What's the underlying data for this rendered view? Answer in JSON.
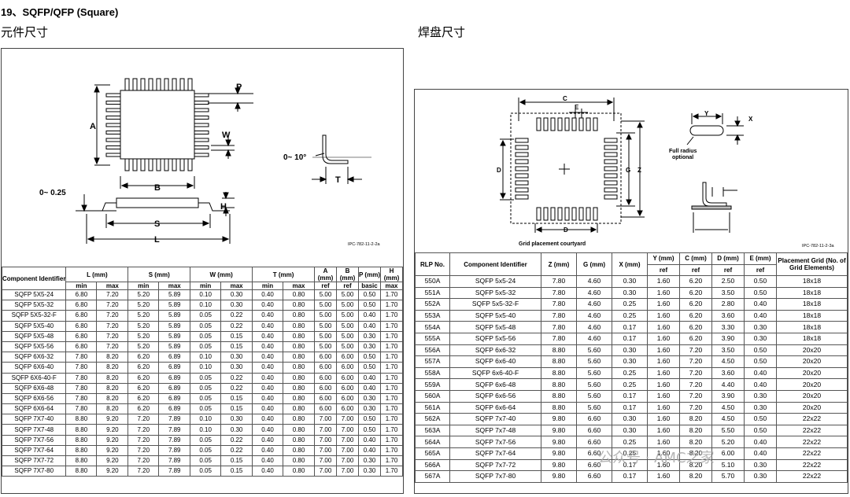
{
  "title": "19、SQFP/QFP (Square)",
  "sub_left": "元件尺寸",
  "sub_right": "焊盘尺寸",
  "left_drawing": {
    "ref": "IPC-782-11-2-2a",
    "labels": {
      "A": "A",
      "B": "B",
      "P": "P",
      "W": "W",
      "S": "S",
      "L": "L",
      "T": "T",
      "H": "H",
      "lead_angle": "0~ 10°",
      "standoff": "0~ 0.25"
    }
  },
  "right_drawing": {
    "ref": "IPC-782-11-2-3a",
    "labels": {
      "C": "C",
      "E": "E",
      "D": "D",
      "G": "G",
      "Z": "Z",
      "Y": "Y",
      "X": "X",
      "full_radius": "Full radius",
      "optional": "optional",
      "courtyard": "Grid placement courtyard"
    }
  },
  "left_table": {
    "head1": {
      "comp": "Component Identifier",
      "L": "L (mm)",
      "S": "S (mm)",
      "W": "W (mm)",
      "T": "T (mm)",
      "A": "A (mm)",
      "B": "B (mm)",
      "P": "P (mm)",
      "H": "H (mm)"
    },
    "head2": [
      "min",
      "max",
      "min",
      "max",
      "min",
      "max",
      "min",
      "max",
      "ref",
      "ref",
      "basic",
      "max"
    ],
    "rows": [
      [
        "SQFP 5X5-24",
        "6.80",
        "7.20",
        "5.20",
        "5.89",
        "0.10",
        "0.30",
        "0.40",
        "0.80",
        "5.00",
        "5.00",
        "0.50",
        "1.70"
      ],
      [
        "SQFP 5X5-32",
        "6.80",
        "7.20",
        "5.20",
        "5.89",
        "0.10",
        "0.30",
        "0.40",
        "0.80",
        "5.00",
        "5.00",
        "0.50",
        "1.70"
      ],
      [
        "SQFP 5X5-32-F",
        "6.80",
        "7.20",
        "5.20",
        "5.89",
        "0.05",
        "0.22",
        "0.40",
        "0.80",
        "5.00",
        "5.00",
        "0.40",
        "1.70"
      ],
      [
        "SQFP 5X5-40",
        "6.80",
        "7.20",
        "5.20",
        "5.89",
        "0.05",
        "0.22",
        "0.40",
        "0.80",
        "5.00",
        "5.00",
        "0.40",
        "1.70"
      ],
      [
        "SQFP 5X5-48",
        "6.80",
        "7.20",
        "5.20",
        "5.89",
        "0.05",
        "0.15",
        "0.40",
        "0.80",
        "5.00",
        "5.00",
        "0.30",
        "1.70"
      ],
      [
        "SQFP 5X5-56",
        "6.80",
        "7.20",
        "5.20",
        "5.89",
        "0.05",
        "0.15",
        "0.40",
        "0.80",
        "5.00",
        "5.00",
        "0.30",
        "1.70"
      ],
      [
        "SQFP 6X6-32",
        "7.80",
        "8.20",
        "6.20",
        "6.89",
        "0.10",
        "0.30",
        "0.40",
        "0.80",
        "6.00",
        "6.00",
        "0.50",
        "1.70"
      ],
      [
        "SQFP 6X6-40",
        "7.80",
        "8.20",
        "6.20",
        "6.89",
        "0.10",
        "0.30",
        "0.40",
        "0.80",
        "6.00",
        "6.00",
        "0.50",
        "1.70"
      ],
      [
        "SQFP 6X6-40-F",
        "7.80",
        "8.20",
        "6.20",
        "6.89",
        "0.05",
        "0.22",
        "0.40",
        "0.80",
        "6.00",
        "6.00",
        "0.40",
        "1.70"
      ],
      [
        "SQFP 6X6-48",
        "7.80",
        "8.20",
        "6.20",
        "6.89",
        "0.05",
        "0.22",
        "0.40",
        "0.80",
        "6.00",
        "6.00",
        "0.40",
        "1.70"
      ],
      [
        "SQFP 6X6-56",
        "7.80",
        "8.20",
        "6.20",
        "6.89",
        "0.05",
        "0.15",
        "0.40",
        "0.80",
        "6.00",
        "6.00",
        "0.30",
        "1.70"
      ],
      [
        "SQFP 6X6-64",
        "7.80",
        "8.20",
        "6.20",
        "6.89",
        "0.05",
        "0.15",
        "0.40",
        "0.80",
        "6.00",
        "6.00",
        "0.30",
        "1.70"
      ],
      [
        "SQFP 7X7-40",
        "8.80",
        "9.20",
        "7.20",
        "7.89",
        "0.10",
        "0.30",
        "0.40",
        "0.80",
        "7.00",
        "7.00",
        "0.50",
        "1.70"
      ],
      [
        "SQFP 7X7-48",
        "8.80",
        "9.20",
        "7.20",
        "7.89",
        "0.10",
        "0.30",
        "0.40",
        "0.80",
        "7.00",
        "7.00",
        "0.50",
        "1.70"
      ],
      [
        "SQFP 7X7-56",
        "8.80",
        "9.20",
        "7.20",
        "7.89",
        "0.05",
        "0.22",
        "0.40",
        "0.80",
        "7.00",
        "7.00",
        "0.40",
        "1.70"
      ],
      [
        "SQFP 7X7-64",
        "8.80",
        "9.20",
        "7.20",
        "7.89",
        "0.05",
        "0.22",
        "0.40",
        "0.80",
        "7.00",
        "7.00",
        "0.40",
        "1.70"
      ],
      [
        "SQFP 7X7-72",
        "8.80",
        "9.20",
        "7.20",
        "7.89",
        "0.05",
        "0.15",
        "0.40",
        "0.80",
        "7.00",
        "7.00",
        "0.30",
        "1.70"
      ],
      [
        "SQFP 7X7-80",
        "8.80",
        "9.20",
        "7.20",
        "7.89",
        "0.05",
        "0.15",
        "0.40",
        "0.80",
        "7.00",
        "7.00",
        "0.30",
        "1.70"
      ]
    ]
  },
  "right_table": {
    "head1": {
      "rlp": "RLP No.",
      "comp": "Component Identifier",
      "Z": "Z (mm)",
      "G": "G (mm)",
      "X": "X (mm)",
      "Y": "Y (mm)",
      "C": "C (mm)",
      "D": "D (mm)",
      "E": "E (mm)",
      "grid": "Placement Grid (No. of Grid Elements)"
    },
    "head2": [
      "ref",
      "ref",
      "ref",
      "ref"
    ],
    "rows": [
      [
        "550A",
        "SQFP 5x5-24",
        "7.80",
        "4.60",
        "0.30",
        "1.60",
        "6.20",
        "2.50",
        "0.50",
        "18x18"
      ],
      [
        "551A",
        "SQFP 5x5-32",
        "7.80",
        "4.60",
        "0.30",
        "1.60",
        "6.20",
        "3.50",
        "0.50",
        "18x18"
      ],
      [
        "552A",
        "SQFP 5x5-32-F",
        "7.80",
        "4.60",
        "0.25",
        "1.60",
        "6.20",
        "2.80",
        "0.40",
        "18x18"
      ],
      [
        "553A",
        "SQFP 5x5-40",
        "7.80",
        "4.60",
        "0.25",
        "1.60",
        "6.20",
        "3.60",
        "0.40",
        "18x18"
      ],
      [
        "554A",
        "SQFP 5x5-48",
        "7.80",
        "4.60",
        "0.17",
        "1.60",
        "6.20",
        "3.30",
        "0.30",
        "18x18"
      ],
      [
        "555A",
        "SQFP 5x5-56",
        "7.80",
        "4.60",
        "0.17",
        "1.60",
        "6.20",
        "3.90",
        "0.30",
        "18x18"
      ],
      [
        "556A",
        "SQFP 6x6-32",
        "8.80",
        "5.60",
        "0.30",
        "1.60",
        "7.20",
        "3.50",
        "0.50",
        "20x20"
      ],
      [
        "557A",
        "SQFP 6x6-40",
        "8.80",
        "5.60",
        "0.30",
        "1.60",
        "7.20",
        "4.50",
        "0.50",
        "20x20"
      ],
      [
        "558A",
        "SQFP 6x6-40-F",
        "8.80",
        "5.60",
        "0.25",
        "1.60",
        "7.20",
        "3.60",
        "0.40",
        "20x20"
      ],
      [
        "559A",
        "SQFP 6x6-48",
        "8.80",
        "5.60",
        "0.25",
        "1.60",
        "7.20",
        "4.40",
        "0.40",
        "20x20"
      ],
      [
        "560A",
        "SQFP 6x6-56",
        "8.80",
        "5.60",
        "0.17",
        "1.60",
        "7.20",
        "3.90",
        "0.30",
        "20x20"
      ],
      [
        "561A",
        "SQFP 6x6-64",
        "8.80",
        "5.60",
        "0.17",
        "1.60",
        "7.20",
        "4.50",
        "0.30",
        "20x20"
      ],
      [
        "562A",
        "SQFP 7x7-40",
        "9.80",
        "6.60",
        "0.30",
        "1.60",
        "8.20",
        "4.50",
        "0.50",
        "22x22"
      ],
      [
        "563A",
        "SQFP 7x7-48",
        "9.80",
        "6.60",
        "0.30",
        "1.60",
        "8.20",
        "5.50",
        "0.50",
        "22x22"
      ],
      [
        "564A",
        "SQFP 7x7-56",
        "9.80",
        "6.60",
        "0.25",
        "1.60",
        "8.20",
        "5.20",
        "0.40",
        "22x22"
      ],
      [
        "565A",
        "SQFP 7x7-64",
        "9.80",
        "6.60",
        "0.25",
        "1.60",
        "8.20",
        "6.00",
        "0.40",
        "22x22"
      ],
      [
        "566A",
        "SQFP 7x7-72",
        "9.80",
        "6.60",
        "0.17",
        "1.60",
        "8.20",
        "5.10",
        "0.30",
        "22x22"
      ],
      [
        "567A",
        "SQFP 7x7-80",
        "9.80",
        "6.60",
        "0.17",
        "1.60",
        "8.20",
        "5.70",
        "0.30",
        "22x22"
      ]
    ]
  },
  "watermark": "公众号 · AMC之家"
}
